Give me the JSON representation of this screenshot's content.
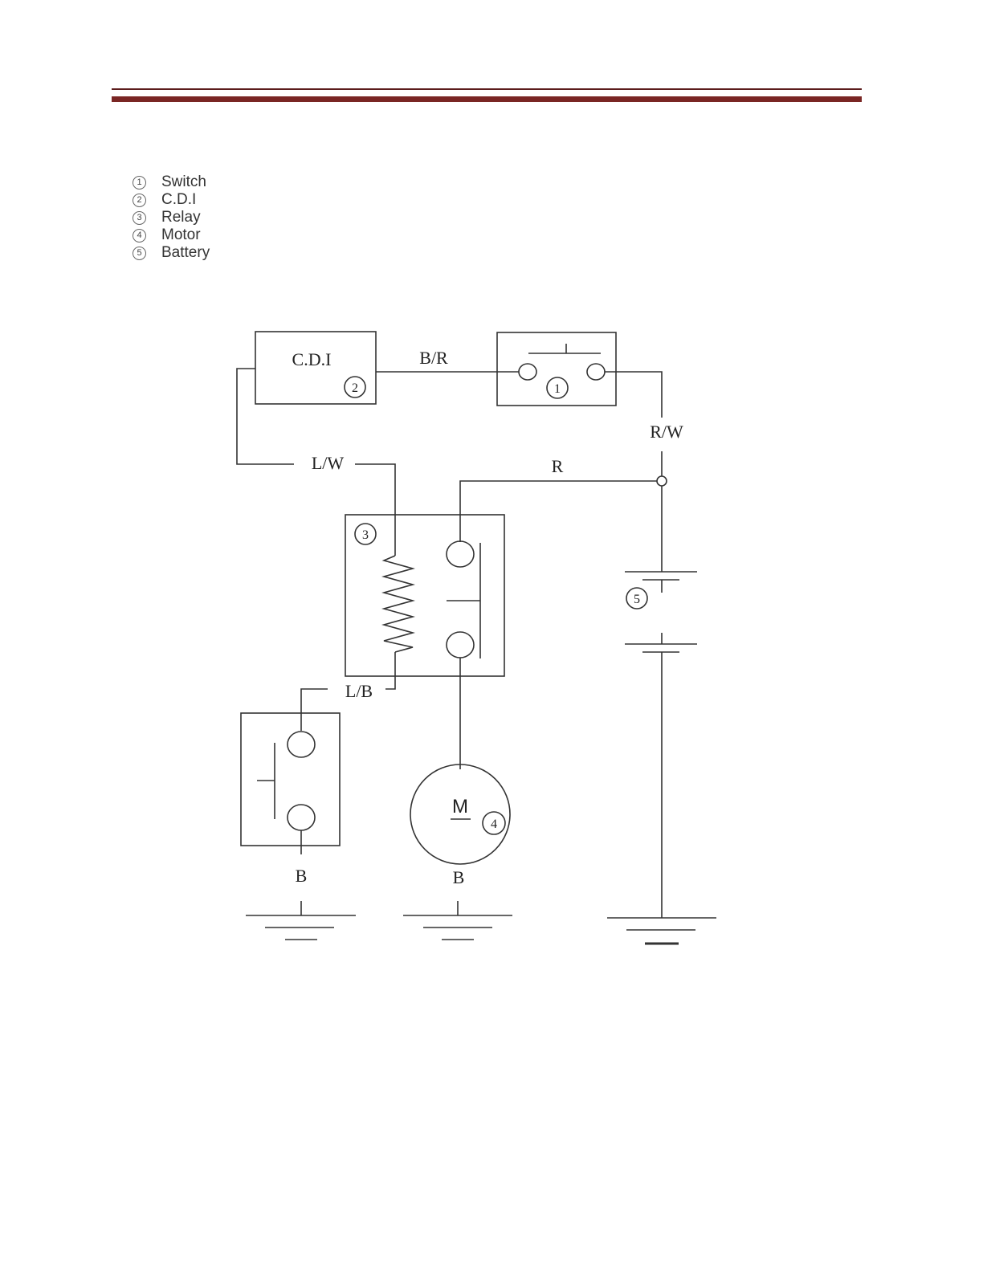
{
  "legend": [
    {
      "num": "1",
      "label": "Switch"
    },
    {
      "num": "2",
      "label": "C.D.I"
    },
    {
      "num": "3",
      "label": "Relay"
    },
    {
      "num": "4",
      "label": "Motor"
    },
    {
      "num": "5",
      "label": "Battery"
    }
  ],
  "diagram": {
    "cdi_label": "C.D.I",
    "cdi_num": "2",
    "switch_num": "1",
    "relay_num": "3",
    "motor_symbol": "M",
    "motor_num": "4",
    "battery_num": "5",
    "wire_br": "B/R",
    "wire_rw": "R/W",
    "wire_r": "R",
    "wire_lw": "L/W",
    "wire_lb": "L/B",
    "ground_left": "B",
    "ground_motor": "B"
  }
}
